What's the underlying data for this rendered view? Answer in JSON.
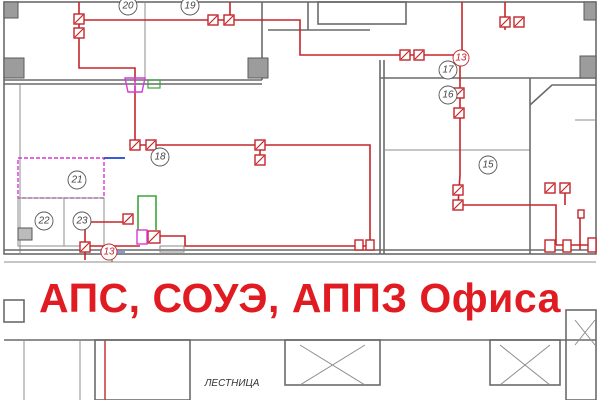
{
  "title": "АПС, СОУЭ, АППЗ Офиса",
  "stair_label": "ЛЕСТНИЦА",
  "rooms": [
    {
      "id": "r20",
      "label": "20"
    },
    {
      "id": "r19",
      "label": "19"
    },
    {
      "id": "r17",
      "label": "17"
    },
    {
      "id": "r16",
      "label": "16"
    },
    {
      "id": "r18",
      "label": "18"
    },
    {
      "id": "r15",
      "label": "15"
    },
    {
      "id": "r21",
      "label": "21"
    },
    {
      "id": "r22",
      "label": "22"
    },
    {
      "id": "r23",
      "label": "23"
    }
  ],
  "junction_label": "13",
  "colors": {
    "wiring": "#c3262a",
    "title": "#e01c22",
    "walls": "#6a6a6a",
    "accent_magenta": "#d63ad6",
    "accent_green": "#3aa63a",
    "accent_blue": "#3a5ad6"
  }
}
